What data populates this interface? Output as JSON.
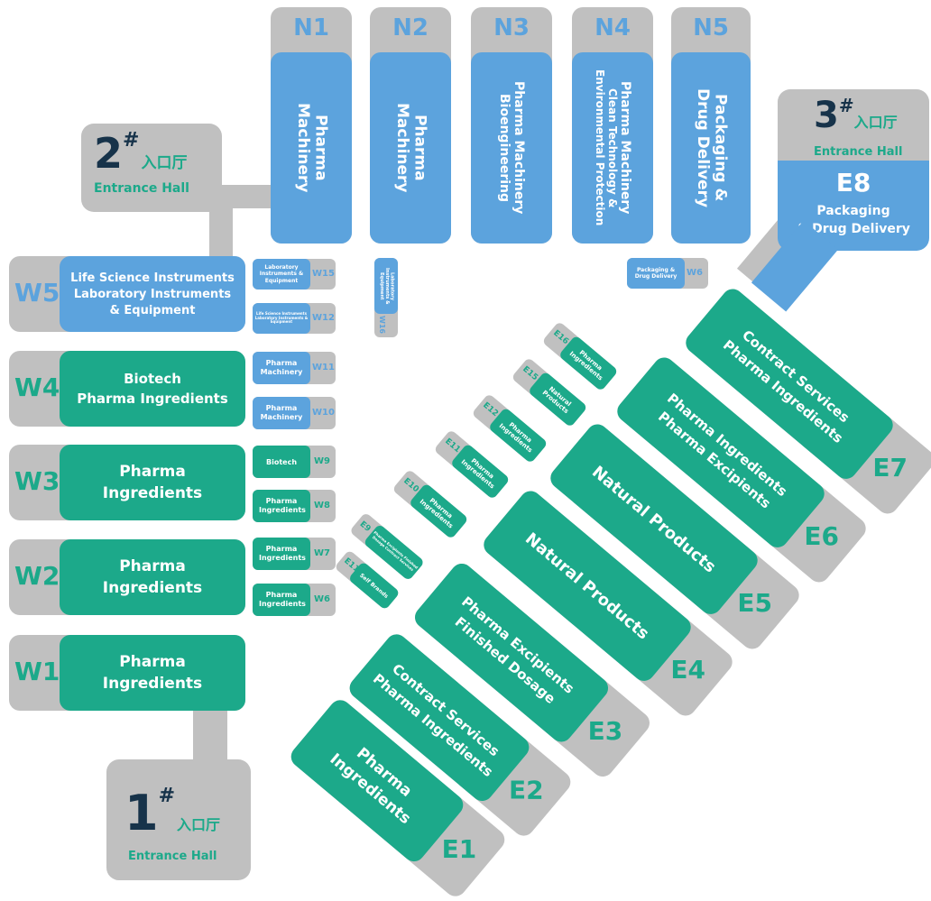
{
  "entrances": {
    "e1": {
      "num": "1",
      "sup": "#",
      "cn": "入口厅",
      "en": "Entrance Hall"
    },
    "e2": {
      "num": "2",
      "sup": "#",
      "cn": "入口厅",
      "en": "Entrance Hall"
    },
    "e3": {
      "num": "3",
      "sup": "#",
      "cn": "入口厅",
      "en": "Entrance Hall"
    }
  },
  "north": [
    {
      "code": "N1",
      "lines": [
        "Pharma",
        "Machinery"
      ]
    },
    {
      "code": "N2",
      "lines": [
        "Pharma",
        "Machinery"
      ]
    },
    {
      "code": "N3",
      "lines": [
        "Pharma Machinery",
        "Bioengineering"
      ]
    },
    {
      "code": "N4",
      "lines": [
        "Pharma Machinery",
        "Clean Technology &",
        "Environmental Protection"
      ]
    },
    {
      "code": "N5",
      "lines": [
        "Packaging &",
        "Drug Delivery"
      ]
    }
  ],
  "e8": {
    "code": "E8",
    "lines": [
      "Packaging",
      "& Drug Delivery"
    ]
  },
  "west": [
    {
      "code": "W5",
      "lines": [
        "Life Science Instruments",
        "Laboratory Instruments",
        "& Equipment"
      ]
    },
    {
      "code": "W4",
      "lines": [
        "Biotech",
        "Pharma Ingredients"
      ]
    },
    {
      "code": "W3",
      "lines": [
        "Pharma",
        "Ingredients"
      ]
    },
    {
      "code": "W2",
      "lines": [
        "Pharma",
        "Ingredients"
      ]
    },
    {
      "code": "W1",
      "lines": [
        "Pharma",
        "Ingredients"
      ]
    }
  ],
  "west_small": [
    {
      "code": "W15",
      "label": "Laboratory Instruments & Equipment"
    },
    {
      "code": "W12",
      "label": "Life Science Instruments Laboratory Instruments & Equipment"
    },
    {
      "code": "W11",
      "label": "Pharma Machinery"
    },
    {
      "code": "W10",
      "label": "Pharma Machinery"
    },
    {
      "code": "W9",
      "label": "Biotech"
    },
    {
      "code": "W8",
      "label": "Pharma Ingredients"
    },
    {
      "code": "W7",
      "label": "Pharma Ingredients"
    },
    {
      "code": "W6",
      "label": "Pharma Ingredients"
    }
  ],
  "w16": {
    "code": "W16",
    "label": "Laboratory Instruments & Equipment"
  },
  "e_w6": {
    "code": "W6",
    "label": "Packaging & Drug Delivery"
  },
  "east": [
    {
      "code": "E7",
      "lines": [
        "Contract Services",
        "Pharma Ingredients"
      ]
    },
    {
      "code": "E6",
      "lines": [
        "Pharma Ingredients",
        "Pharma Excipients"
      ]
    },
    {
      "code": "E5",
      "lines": [
        "Natural Products"
      ]
    },
    {
      "code": "E4",
      "lines": [
        "Natural Products"
      ]
    },
    {
      "code": "E3",
      "lines": [
        "Pharma Excipients",
        "Finished Dosage"
      ]
    },
    {
      "code": "E2",
      "lines": [
        "Contract Services",
        "Pharma Ingredients"
      ]
    },
    {
      "code": "E1",
      "lines": [
        "Pharma",
        "Ingredients"
      ]
    }
  ],
  "east_small": [
    {
      "code": "E16",
      "label": "Pharma Ingredients"
    },
    {
      "code": "E15",
      "label": "Natural Products"
    },
    {
      "code": "E12",
      "label": "Pharma Ingredients"
    },
    {
      "code": "E11",
      "label": "Pharma Ingredients"
    },
    {
      "code": "E10",
      "label": "Pharma Ingredients"
    },
    {
      "code": "E9",
      "label": "Pharma Excipients Finished Dosage Contract Services"
    },
    {
      "code": "E11",
      "label": "Self Brands"
    }
  ],
  "colors": {
    "blue": "#5ca3dd",
    "green": "#1ca98a",
    "gray": "#c0c0c0",
    "navy": "#17334a"
  }
}
